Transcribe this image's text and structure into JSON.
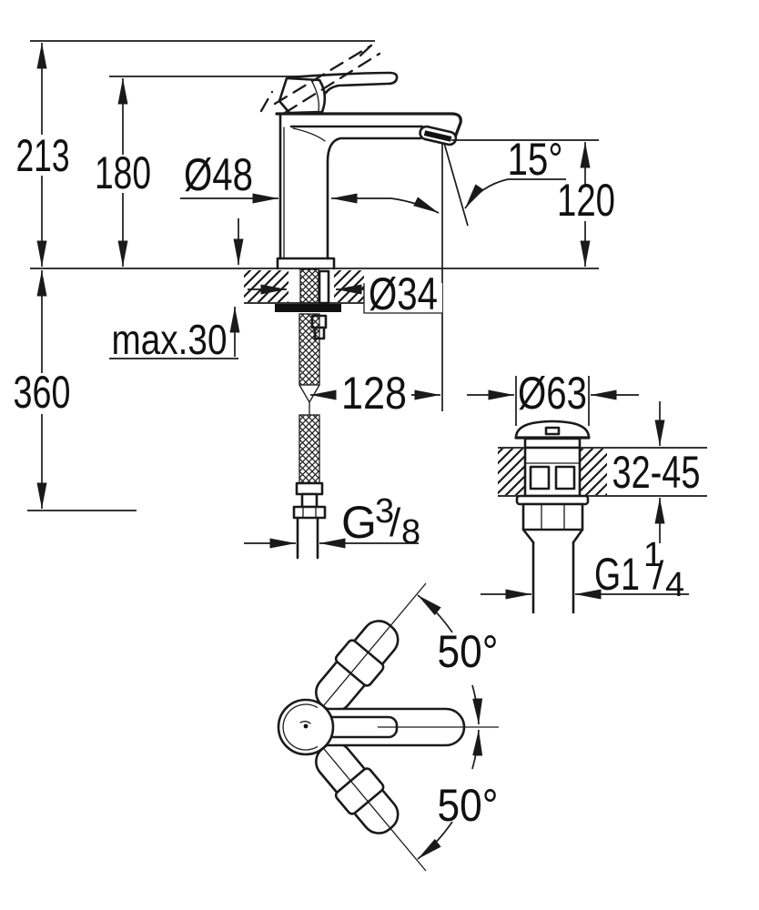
{
  "drawing": {
    "title": "faucet-technical-dimension-drawing",
    "colors": {
      "line": "#1a1a1a",
      "background": "#ffffff"
    },
    "labels": {
      "overall_height": "213",
      "handle_height": "180",
      "body_diameter": "Ø48",
      "spray_angle": "15°",
      "spout_height": "120",
      "hole_diameter": "Ø34",
      "deck_thickness_max": "max.30",
      "hose_length": "360",
      "spout_reach": "128",
      "waste_cap_diameter": "Ø63",
      "waste_deck_range": "32-45",
      "swivel_angle_upper": "50°",
      "swivel_angle_lower": "50°",
      "supply_thread": {
        "main": "G",
        "sup": "3",
        "slash": "/",
        "sub": "8"
      },
      "waste_thread": {
        "main": "G1",
        "sup": "1",
        "slash": "/",
        "sub": "4"
      }
    }
  }
}
